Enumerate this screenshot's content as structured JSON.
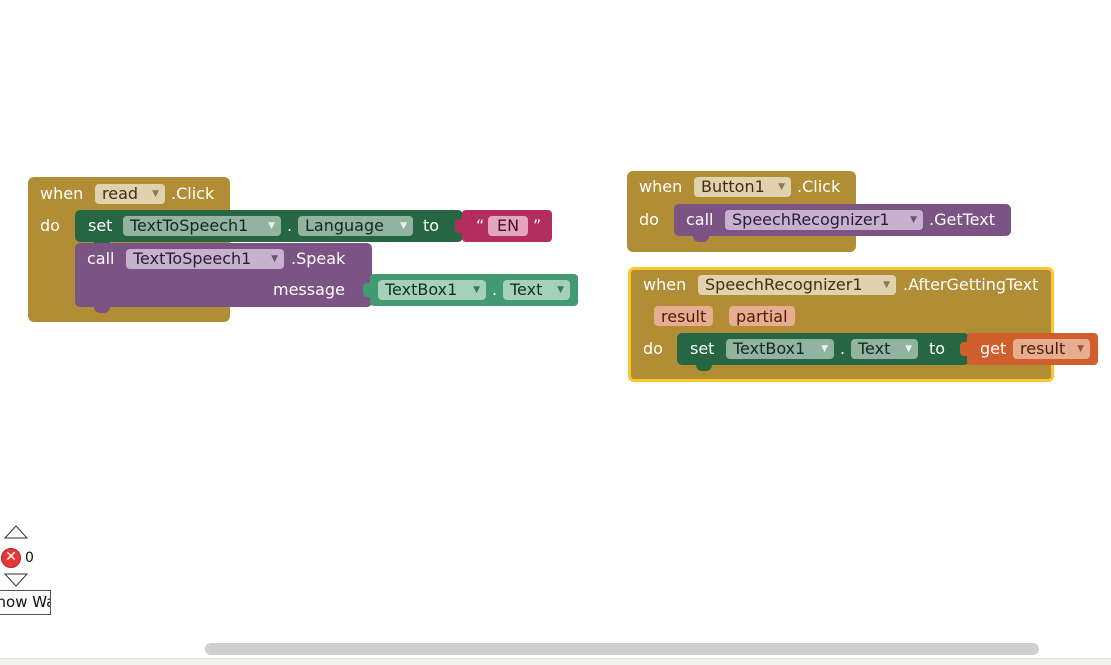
{
  "blocks": {
    "read_click": {
      "when": "when",
      "component": "read",
      "event": ".Click",
      "do": "do",
      "set_language": {
        "set": "set",
        "component": "TextToSpeech1",
        "dot": ".",
        "property": "Language",
        "to": "to",
        "text_value": "EN",
        "quote_open": "“",
        "quote_close": "”"
      },
      "call_speak": {
        "call": "call",
        "component": "TextToSpeech1",
        "method": ".Speak",
        "message": "message",
        "arg_component": "TextBox1",
        "dot": ".",
        "arg_property": "Text"
      }
    },
    "button1_click": {
      "when": "when",
      "component": "Button1",
      "event": ".Click",
      "do": "do",
      "call": "call",
      "call_component": "SpeechRecognizer1",
      "call_method": ".GetText"
    },
    "after_getting_text": {
      "when": "when",
      "component": "SpeechRecognizer1",
      "event": ".AfterGettingText",
      "params": [
        "result",
        "partial"
      ],
      "do": "do",
      "set": "set",
      "set_component": "TextBox1",
      "dot": ".",
      "set_property": "Text",
      "to": "to",
      "get": "get",
      "get_var": "result"
    }
  },
  "indicator": {
    "error_count": "0",
    "warnings_label": "Show Warnings"
  },
  "dropdown_arrow": "▼",
  "colors": {
    "event": "#b18e35",
    "setter": "#266643",
    "method": "#7c5385",
    "getter": "#439970",
    "text": "#b32d5e",
    "local_get": "#d05f2d",
    "selected_outline": "#fcc72d"
  }
}
